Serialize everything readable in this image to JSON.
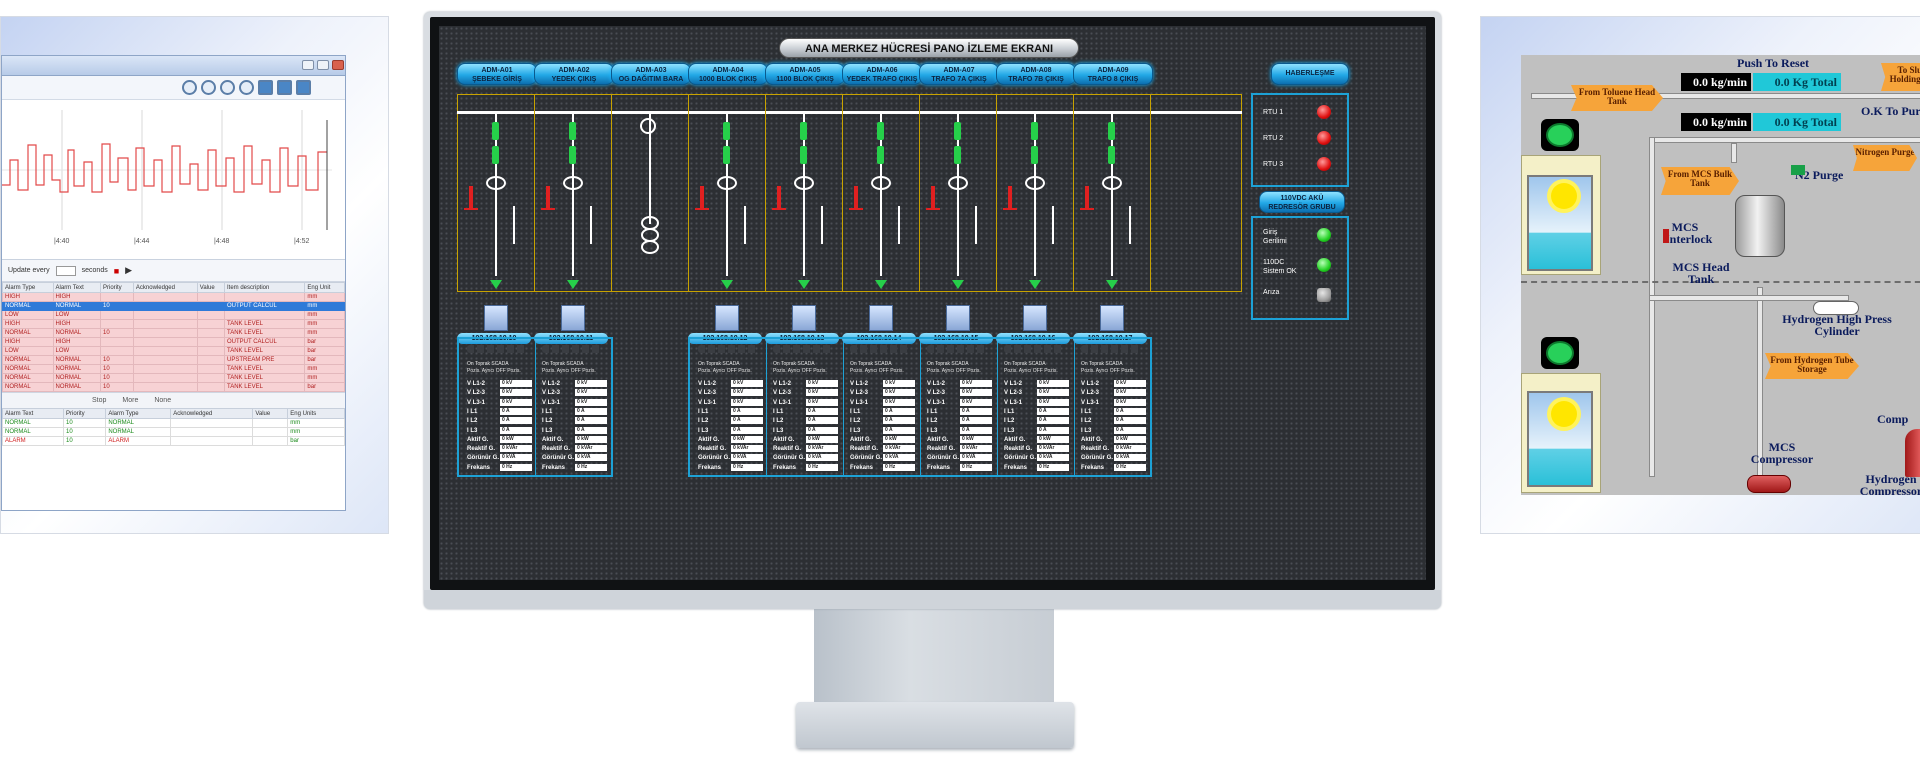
{
  "scada": {
    "title": "ANA MERKEZ HÜCRESİ PANO İZLEME EKRANI",
    "feeders": [
      {
        "code": "ADM-A01",
        "name": "ŞEBEKE GİRİŞ"
      },
      {
        "code": "ADM-A02",
        "name": "YEDEK ÇIKIŞ"
      },
      {
        "code": "ADM-A03",
        "name": "OG DAĞITIM BARA"
      },
      {
        "code": "ADM-A04",
        "name": "1000 BLOK ÇIKIŞ"
      },
      {
        "code": "ADM-A05",
        "name": "1100 BLOK ÇIKIŞ"
      },
      {
        "code": "ADM-A06",
        "name": "YEDEK TRAFO ÇIKIŞ"
      },
      {
        "code": "ADM-A07",
        "name": "TRAFO 7A ÇIKIŞ"
      },
      {
        "code": "ADM-A08",
        "name": "TRAFO 7B ÇIKIŞ"
      },
      {
        "code": "ADM-A09",
        "name": "TRAFO 8 ÇIKIŞ"
      }
    ],
    "side_button": "HABERLEŞME",
    "rtu": [
      "RTU 1",
      "RTU 2",
      "RTU 3"
    ],
    "aku_button": {
      "line1": "110VDC AKÜ",
      "line2": "REDRESÖR GRUBU"
    },
    "aku_rows": [
      {
        "label1": "Giriş",
        "label2": "Gerilimi",
        "state": "green"
      },
      {
        "label1": "110DC",
        "label2": "Sistem OK",
        "state": "green"
      },
      {
        "label1": "Arıza",
        "label2": "",
        "state": "gray"
      }
    ],
    "ips": [
      "192.168.10.10",
      "192.168.10.11",
      "192.168.10.12",
      "192.168.10.13",
      "192.168.10.14",
      "192.168.10.15",
      "192.168.10.16",
      "192.168.10.17"
    ],
    "meas_header": {
      "line1": "On    Toprak    SCADA",
      "line2": "Pozis. Ayrıcı OFF  Pozis."
    },
    "meas_rows": [
      {
        "label": "V L1-2",
        "value": "0 kV"
      },
      {
        "label": "V L2-3",
        "value": "0 kV"
      },
      {
        "label": "V L3-1",
        "value": "0 kV"
      },
      {
        "label": "I L1",
        "value": "0 A"
      },
      {
        "label": "I L2",
        "value": "0 A"
      },
      {
        "label": "I L3",
        "value": "0 A"
      },
      {
        "label": "Aktif G.",
        "value": "0 kW"
      },
      {
        "label": "Reaktif G.",
        "value": "0 kVAr"
      },
      {
        "label": "Görünür G.",
        "value": "0 kVA"
      },
      {
        "label": "Frekans",
        "value": "0 Hz"
      }
    ]
  },
  "historian": {
    "controls": [
      "Update every",
      "seconds"
    ],
    "columns": [
      "Alarm Type",
      "Alarm Text",
      "Priority",
      "Acknowledged",
      "Value",
      "Item description",
      "Eng Unit"
    ],
    "rows": [
      {
        "style": "pink",
        "cells": [
          "HIGH",
          "HIGH",
          "",
          "",
          "",
          "",
          "mm"
        ]
      },
      {
        "style": "sel",
        "cells": [
          "NORMAL",
          "NORMAL",
          "10",
          "",
          "",
          "OUTPUT CALCUL",
          "mm"
        ]
      },
      {
        "style": "pink",
        "cells": [
          "LOW",
          "LOW",
          "",
          "",
          "",
          "",
          "mm"
        ]
      },
      {
        "style": "pink",
        "cells": [
          "HIGH",
          "HIGH",
          "",
          "",
          "",
          "TANK LEVEL",
          "mm"
        ]
      },
      {
        "style": "pink",
        "cells": [
          "NORMAL",
          "NORMAL",
          "10",
          "",
          "",
          "TANK LEVEL",
          "mm"
        ]
      },
      {
        "style": "pink",
        "cells": [
          "HIGH",
          "HIGH",
          "",
          "",
          "",
          "OUTPUT CALCUL",
          "bar"
        ]
      },
      {
        "style": "pink",
        "cells": [
          "LOW",
          "LOW",
          "",
          "",
          "",
          "TANK LEVEL",
          "bar"
        ]
      },
      {
        "style": "pink",
        "cells": [
          "NORMAL",
          "NORMAL",
          "10",
          "",
          "",
          "UPSTREAM PRE",
          "bar"
        ]
      },
      {
        "style": "pink",
        "cells": [
          "NORMAL",
          "NORMAL",
          "10",
          "",
          "",
          "TANK LEVEL",
          "mm"
        ]
      },
      {
        "style": "pink",
        "cells": [
          "NORMAL",
          "NORMAL",
          "10",
          "",
          "",
          "TANK LEVEL",
          "mm"
        ]
      },
      {
        "style": "pink",
        "cells": [
          "NORMAL",
          "NORMAL",
          "10",
          "",
          "",
          "TANK LEVEL",
          "bar"
        ]
      }
    ],
    "pager": [
      "Stop",
      "More",
      "None"
    ],
    "bottom_columns": [
      "Alarm Text",
      "Priority",
      "Alarm Type",
      "Acknowledged",
      "Value",
      "Eng Units"
    ],
    "bottom_rows": [
      [
        "NORMAL",
        "10",
        "NORMAL",
        "",
        "",
        "mm"
      ],
      [
        "NORMAL",
        "10",
        "NORMAL",
        "",
        "",
        "mm"
      ],
      [
        "ALARM",
        "10",
        "ALARM",
        "",
        "",
        "bar"
      ]
    ]
  },
  "process": {
    "push_reset": "Push To Reset",
    "ok_purge": "O.K To Purge",
    "display1": {
      "rate": "0.0 kg/min",
      "total": "0.0 Kg Total"
    },
    "display2": {
      "rate": "0.0 kg/min",
      "total": "0.0 Kg Total"
    },
    "tags": {
      "toluene": "From Toluene Head Tank",
      "slurry": "To Slurry Holding Tank",
      "mcs_bulk": "From MCS Bulk Tank",
      "nitrogen": "Nitrogen Purge",
      "hydrogen": "From Hydrogen Tube Storage"
    },
    "labels": {
      "n2": "N2 Purge",
      "interlock": "MCS Interlock",
      "head_tank": "MCS Head Tank",
      "hydrogen_cyl": "Hydrogen High Press Cylinder",
      "comp": "Comp",
      "mcs_compressor": "MCS Compressor",
      "hydrogen_comp": "Hydrogen Compressor"
    }
  }
}
